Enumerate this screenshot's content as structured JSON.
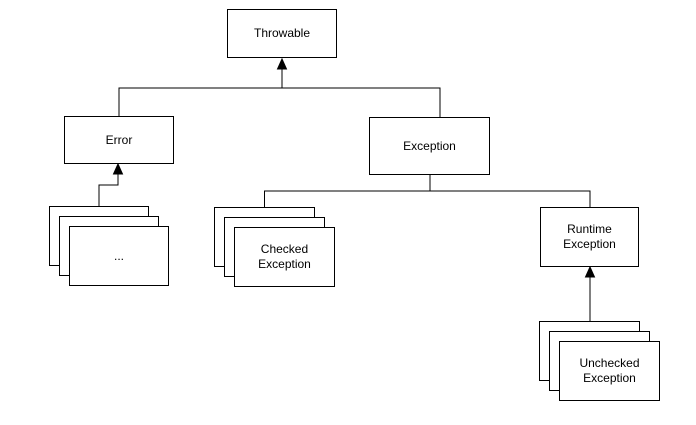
{
  "diagram": {
    "nodes": {
      "throwable": {
        "label": "Throwable"
      },
      "error": {
        "label": "Error"
      },
      "exception": {
        "label": "Exception"
      },
      "error_subclasses": {
        "label": "..."
      },
      "checked_exception": {
        "label": "Checked\nException"
      },
      "runtime_exception": {
        "label": "Runtime\nException"
      },
      "unchecked_exception": {
        "label": "Unchecked\nException"
      }
    },
    "edges": [
      {
        "from": "Error",
        "to": "Throwable",
        "style": "arrow"
      },
      {
        "from": "Exception",
        "to": "Throwable",
        "style": "arrow"
      },
      {
        "from": "...",
        "to": "Error",
        "style": "arrow"
      },
      {
        "from": "Checked Exception",
        "to": "Exception",
        "style": "line"
      },
      {
        "from": "Runtime Exception",
        "to": "Exception",
        "style": "line"
      },
      {
        "from": "Unchecked Exception",
        "to": "Runtime Exception",
        "style": "arrow"
      }
    ],
    "colors": {
      "stroke": "#000000",
      "node_fill": "#ffffff",
      "background": "#ffffff",
      "text": "#000000"
    }
  }
}
